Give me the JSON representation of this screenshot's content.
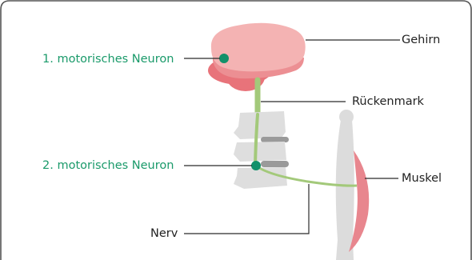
{
  "labels": {
    "upper_motor_neuron": "1. motorisches Neuron",
    "lower_motor_neuron": "2. motorisches Neuron",
    "brain": "Gehirn",
    "spinal_cord": "Rückenmark",
    "muscle": "Muskel",
    "nerve": "Nerv"
  },
  "colors": {
    "brain": "#f2a7a7",
    "brain_dark": "#e8737a",
    "spinal_cord": "#a3c97a",
    "neuron": "#12916a",
    "bone": "#dcdcdc",
    "vertebra_disc": "#9a9a9a",
    "muscle": "#e8868e",
    "frame": "#555555",
    "label_green": "#1a9a6a"
  }
}
